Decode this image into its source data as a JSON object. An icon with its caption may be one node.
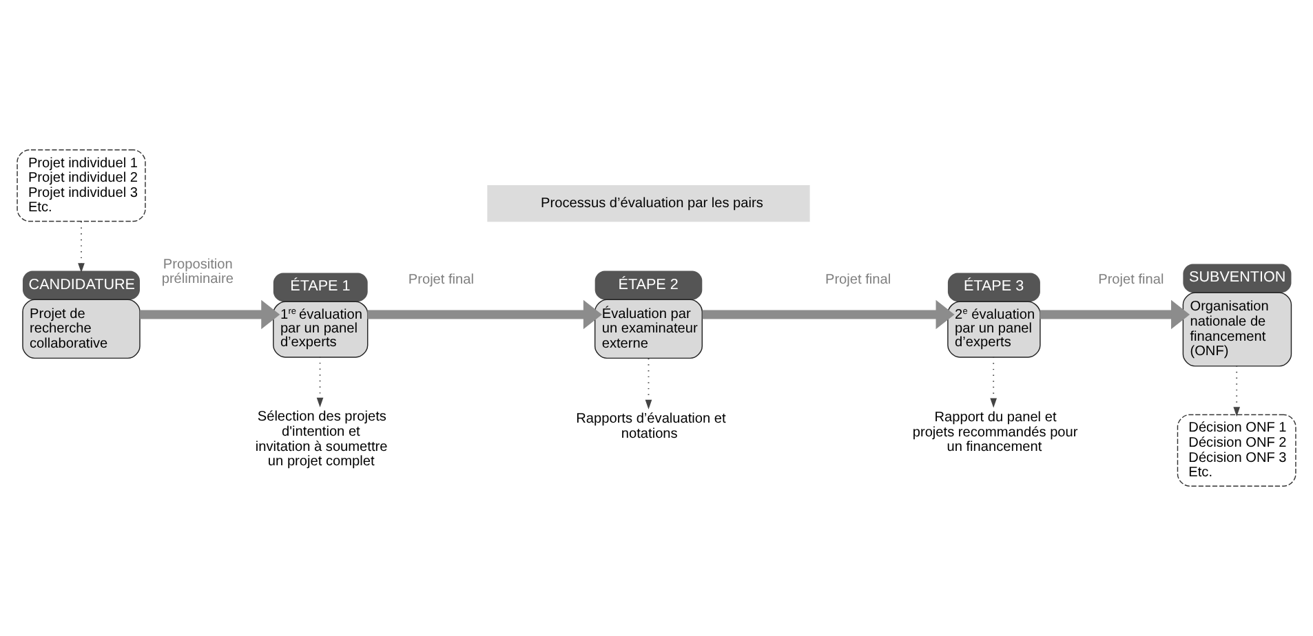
{
  "diagram": {
    "nodes": [
      {
        "text": [
          "Processus d’évaluation par les pairs"
        ]
      },
      {
        "text": [
          "CANDIDATURE",
          "Projet de recherche collaborative"
        ]
      },
      {
        "text": [
          "ÉTAPE 1",
          "1$^{re}$ évaluation par un panel d’experts"
        ]
      },
      {
        "text": [
          "ÉTAPE 2",
          "Évaluation par un examinateur externe"
        ]
      },
      {
        "text": [
          "ÉTAPE 3",
          "2$^{e}$ évaluation par un panel d’experts"
        ]
      },
      {
        "text": [
          "SUBVENTION",
          "Organisation nationale de financement (ONF)"
        ]
      },
      {
        "text": [
          "Projet individuel 1",
          "Projet individuel 2",
          "Projet individuel 3",
          "Etc."
        ]
      },
      {
        "text": [
          "Sélection des projets d'intention et invitation à soumettre un projet complet"
        ]
      },
      {
        "text": [
          "Rapports d’évaluation et notations"
        ]
      },
      {
        "text": [
          "Rapport du panel et projets recommandés pour un financement"
        ]
      },
      {
        "text": [
          "Décision ONF 1",
          "Décision ONF 2",
          "Décision ONF 3",
          "Etc."
        ]
      }
    ],
    "edges": [
      {
        "from": 1,
        "to": 2,
        "arrow": "to",
        "label": "Proposition préliminaire",
        "style": "thick",
        "color": "#8c8c8c"
      },
      {
        "from": 2,
        "to": 3,
        "arrow": "to",
        "label": "Projet final",
        "style": "thick",
        "color": "#8c8c8c"
      },
      {
        "from": 3,
        "to": 4,
        "arrow": "to",
        "label": "Projet final",
        "style": "thick",
        "color": "#8c8c8c"
      },
      {
        "from": 4,
        "to": 5,
        "arrow": "to",
        "label": "Projet final",
        "style": "thick",
        "color": "#8c8c8c"
      },
      {
        "from": 6,
        "to": 1,
        "arrow": "to",
        "style": "dashed"
      },
      {
        "from": 2,
        "to": 7,
        "arrow": "to",
        "style": "dashed"
      },
      {
        "from": 3,
        "to": 8,
        "arrow": "to",
        "style": "dashed"
      },
      {
        "from": 4,
        "to": 9,
        "arrow": "to",
        "style": "dashed"
      },
      {
        "from": 5,
        "to": 10,
        "arrow": "to",
        "style": "dashed"
      }
    ]
  }
}
